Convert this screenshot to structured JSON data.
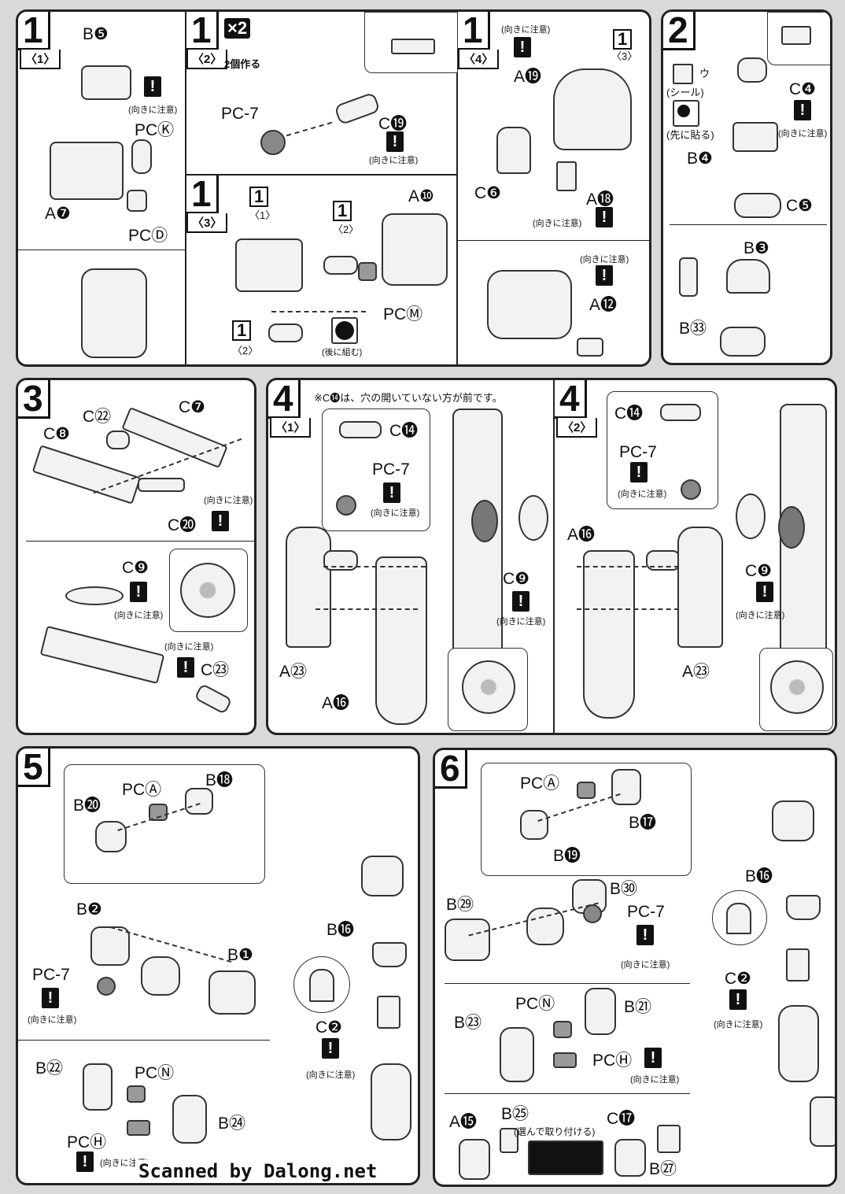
{
  "step1": {
    "num": "1",
    "sub1": "〈1〉",
    "sub2": "〈2〉",
    "sub3": "〈3〉",
    "sub4": "〈4〉",
    "x2": "×2",
    "make2": "2個作る",
    "labels": {
      "b5": "B❺",
      "pck": "PCⓀ",
      "a7": "A❼",
      "pcd": "PCⒹ",
      "pc7": "PC-7",
      "c19": "C⓳",
      "a10": "A❿",
      "pcm": "PCⓂ",
      "a19": "A⓳",
      "c6": "C❻",
      "a18": "A⓲",
      "a12": "A⓬"
    },
    "orient_note": "(向きに注意)",
    "back_note": "(後に組む)",
    "ref_sub1": "〈1〉",
    "ref_sub2": "〈2〉",
    "ref_sub3": "〈3〉",
    "ref_num": "1"
  },
  "step2": {
    "num": "2",
    "seal": "(シール)",
    "seal_u": "ウ",
    "first_stick": "(先に貼る)",
    "labels": {
      "c4": "C❹",
      "b4": "B❹",
      "c5": "C❺",
      "b3": "B❸",
      "b33": "B㉝"
    },
    "orient_note": "(向きに注意)"
  },
  "step3": {
    "num": "3",
    "labels": {
      "c22": "C㉒",
      "c7": "C❼",
      "c8": "C❽",
      "c20": "C⓴",
      "c9": "C❾",
      "c23": "C㉓"
    },
    "orient_note": "(向きに注意)"
  },
  "step4": {
    "num": "4",
    "sub1": "〈1〉",
    "sub2": "〈2〉",
    "note_top": "※C⓮は、穴の開いていない方が前です。",
    "labels": {
      "c14": "C⓮",
      "pc7": "PC-7",
      "c9": "C❾",
      "a23": "A㉓",
      "a16": "A⓰"
    },
    "orient_note": "(向きに注意)"
  },
  "step5": {
    "num": "5",
    "labels": {
      "b20": "B⓴",
      "pca": "PCⒶ",
      "b18": "B⓲",
      "b2": "B❷",
      "b1": "B❶",
      "pc7": "PC-7",
      "b16": "B⓰",
      "c2": "C❷",
      "b22": "B㉒",
      "pcn": "PCⓃ",
      "b24": "B㉔",
      "pch": "PCⒽ"
    },
    "orient_note": "(向きに注意)"
  },
  "step6": {
    "num": "6",
    "labels": {
      "pca": "PCⒶ",
      "b17": "B⓱",
      "b19": "B⓳",
      "b29": "B㉙",
      "b30": "B㉚",
      "pc7": "PC-7",
      "b16": "B⓰",
      "c2": "C❷",
      "pcn": "PCⓃ",
      "b21": "B㉑",
      "b23": "B㉓",
      "pch": "PCⒽ",
      "a15": "A⓯",
      "b25": "B㉕",
      "c17": "C⓱",
      "b27": "B㉗"
    },
    "choose_note": "(選んで取り付ける)",
    "orient_note": "(向きに注意)"
  },
  "credit": "Scanned by Dalong.net"
}
